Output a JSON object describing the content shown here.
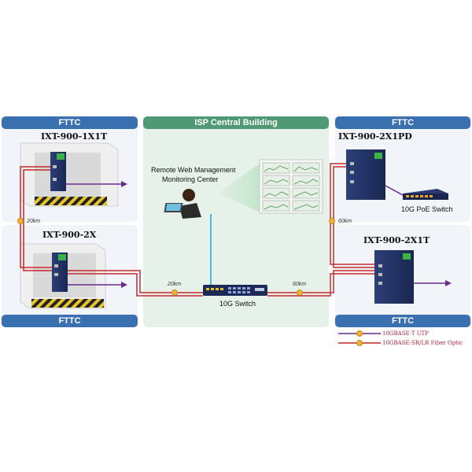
{
  "panels": {
    "left_top_header": "FTTC",
    "left_bottom_header": "FTTC",
    "center_header": "ISP Central Building",
    "right_top_header": "FTTC",
    "right_bottom_header": "FTTC"
  },
  "devices": {
    "left_top": "IXT-900-1X1T",
    "left_bottom": "IXT-900-2X",
    "right_top": "IXT-900-2X1PD",
    "right_bottom": "IXT-900-2X1T"
  },
  "center": {
    "monitor_line1": "Remote Web Management",
    "monitor_line2": "Monitoring Center",
    "switch_label": "10G Switch"
  },
  "poe_switch_label": "10G PoE Switch",
  "distances": {
    "left_vertical": "20km",
    "center_left": "20km",
    "center_right": "60km",
    "right_vertical": "60km"
  },
  "legend": [
    {
      "label": "10GBASE-T UTP",
      "color": "#6a2c8e"
    },
    {
      "label": "10GBASE-SR/LR Fiber Optic",
      "color": "#c62828"
    }
  ],
  "colors": {
    "header_blue": "#3a6fb0",
    "header_green": "#4f9a74",
    "fiber": "#c62828",
    "utp": "#6a2c8e",
    "link_cyan": "#2aa7c9",
    "node": "#f2b233"
  }
}
